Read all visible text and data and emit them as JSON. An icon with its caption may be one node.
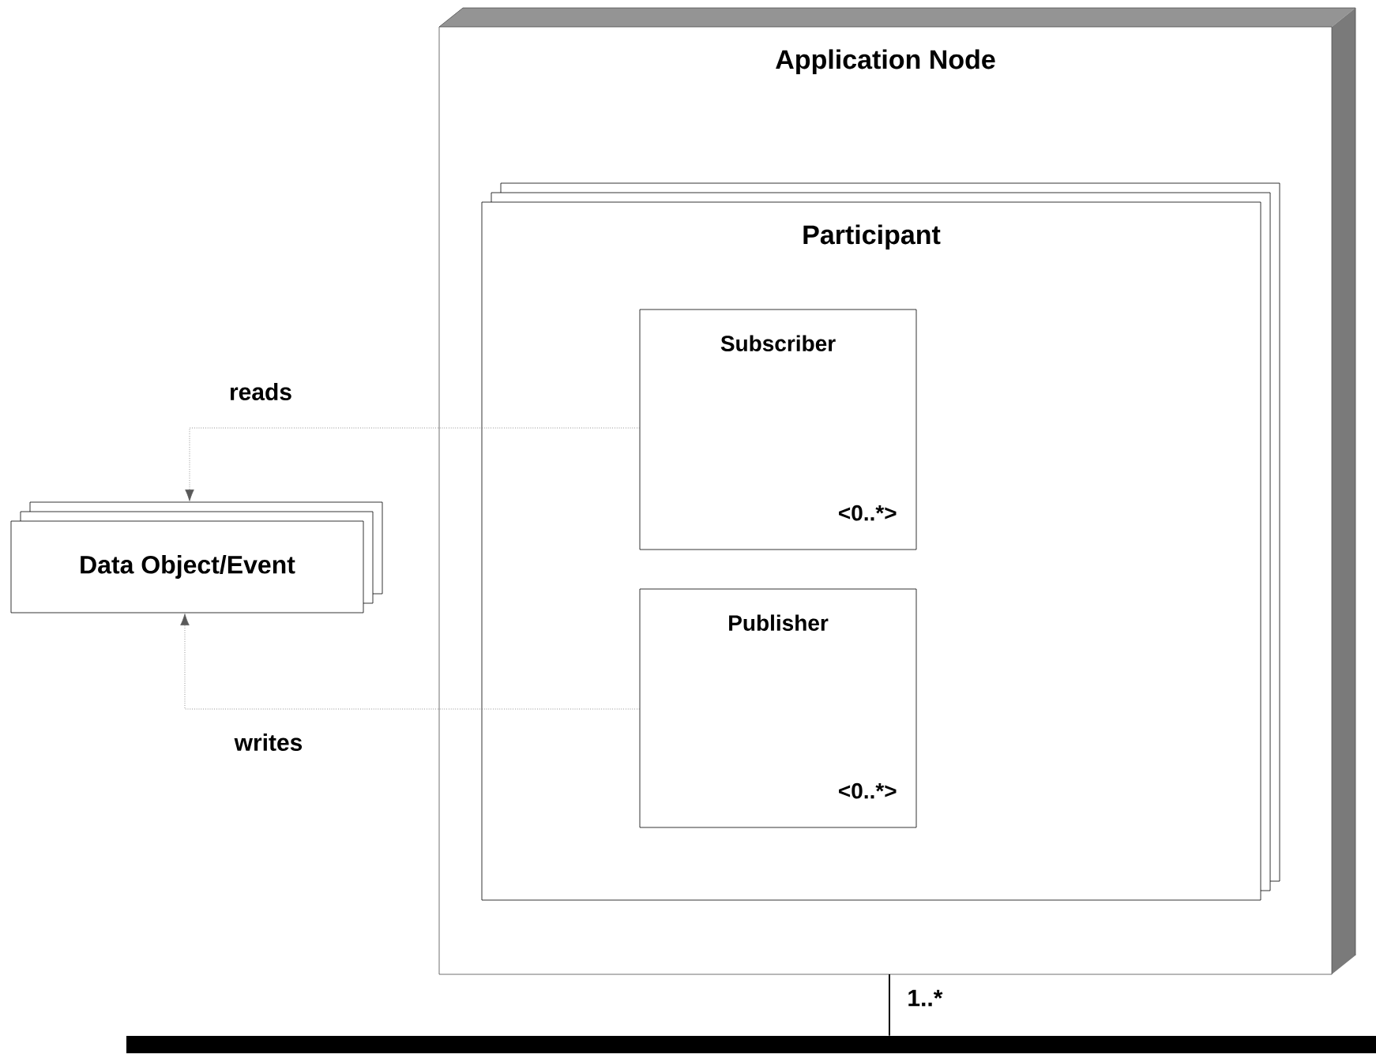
{
  "diagram": {
    "nodes": [
      {
        "text": [
          "Application Node"
        ]
      },
      {
        "text": [
          "Participant"
        ],
        "in": 0
      },
      {
        "text": [
          "Subscriber",
          "<0..*>"
        ],
        "in": 1
      },
      {
        "text": [
          "Publisher",
          "<0..*>"
        ],
        "in": 1
      },
      {
        "text": [
          "Data Object/Event"
        ]
      },
      {
        "text": [],
        "shape": "bar"
      }
    ],
    "edges": [
      {
        "from": 2,
        "to": 4,
        "arrow": "to",
        "label": "reads",
        "style": "dashed"
      },
      {
        "from": 3,
        "to": 4,
        "arrow": "to",
        "label": "writes",
        "style": "dashed"
      },
      {
        "from": 0,
        "to": 5,
        "arrow": "none",
        "label": "1..*"
      }
    ]
  }
}
